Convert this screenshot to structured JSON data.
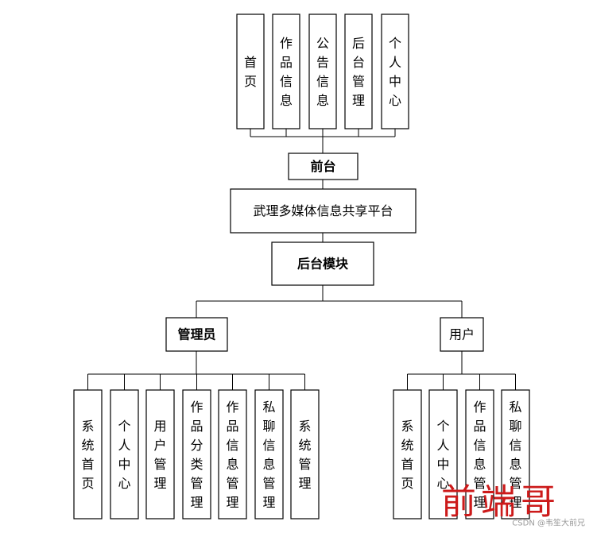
{
  "frontend_modules": [
    "首页",
    "作品信息",
    "公告信息",
    "后台管理",
    "个人中心"
  ],
  "frontend_label": "前台",
  "platform_title": "武理多媒体信息共享平台",
  "backend_label": "后台模块",
  "admin_label": "管理员",
  "user_label": "用户",
  "admin_modules": [
    "系统首页",
    "个人中心",
    "用户管理",
    "作品分类管理",
    "作品信息管理",
    "私聊信息管理",
    "系统管理"
  ],
  "user_modules": [
    "系统首页",
    "个人中心",
    "作品信息管理",
    "私聊信息管理"
  ],
  "watermark": {
    "text": "前端哥",
    "color": "#cc1a1a"
  },
  "credit": "CSDN @韦笙大前兄"
}
